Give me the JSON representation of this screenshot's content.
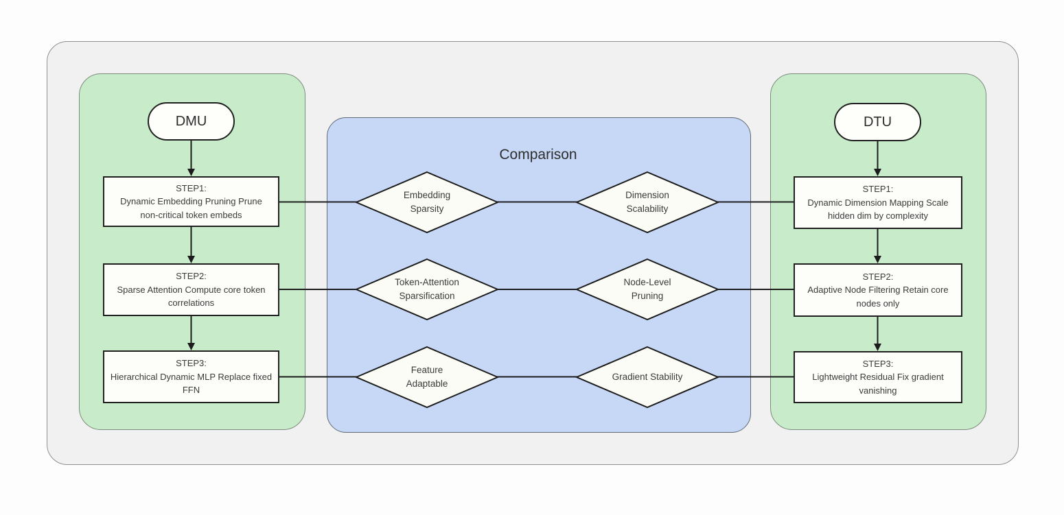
{
  "diagram": {
    "dmu": {
      "title": "DMU",
      "steps": [
        {
          "title": "STEP1:",
          "desc": "Dynamic Embedding Pruning Prune\nnon-critical token embeds"
        },
        {
          "title": "STEP2:",
          "desc": "Sparse Attention Compute core token\ncorrelations"
        },
        {
          "title": "STEP3:",
          "desc": "Hierarchical Dynamic MLP Replace fixed\nFFN"
        }
      ]
    },
    "comparison": {
      "title": "Comparison",
      "rows": [
        {
          "left": "Embedding\nSparsity",
          "right": "Dimension\nScalability"
        },
        {
          "left": "Token-Attention\nSparsification",
          "right": "Node-Level\nPruning"
        },
        {
          "left": "Feature\nAdaptable",
          "right": "Gradient Stability"
        }
      ]
    },
    "dtu": {
      "title": "DTU",
      "steps": [
        {
          "title": "STEP1:",
          "desc": "Dynamic Dimension Mapping Scale\nhidden dim by complexity"
        },
        {
          "title": "STEP2:",
          "desc": "Adaptive Node Filtering Retain core\nnodes only"
        },
        {
          "title": "STEP3:",
          "desc": "Lightweight Residual Fix gradient\nvanishing"
        }
      ]
    },
    "colors": {
      "panel_green": "#c8ecc9",
      "panel_blue": "#c7d7f6",
      "outer_gray": "#f1f1f2",
      "node_fill": "#fdfdf9",
      "line_stroke": "#1c1c1c"
    }
  }
}
